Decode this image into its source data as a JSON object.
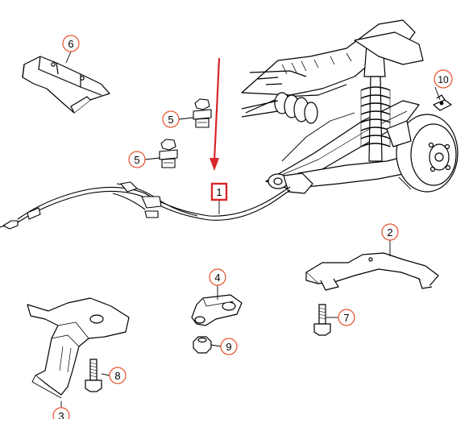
{
  "diagram": {
    "callouts": [
      {
        "id": "c6",
        "label": "6"
      },
      {
        "id": "c5a",
        "label": "5"
      },
      {
        "id": "c5b",
        "label": "5"
      },
      {
        "id": "c1",
        "label": "1"
      },
      {
        "id": "c10",
        "label": "10"
      },
      {
        "id": "c2",
        "label": "2"
      },
      {
        "id": "c4",
        "label": "4"
      },
      {
        "id": "c7",
        "label": "7"
      },
      {
        "id": "c9",
        "label": "9"
      },
      {
        "id": "c8",
        "label": "8"
      },
      {
        "id": "c3",
        "label": "3"
      }
    ],
    "colors": {
      "callout": "#e8502a",
      "highlight": "#d8262a",
      "line": "#000000"
    }
  }
}
